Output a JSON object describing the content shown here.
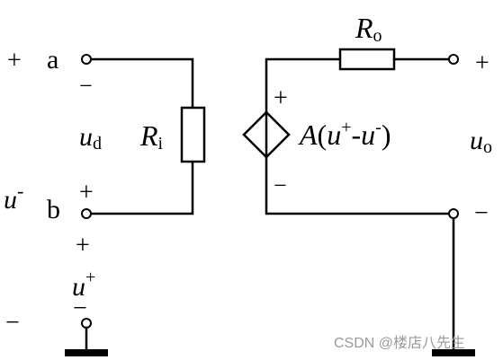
{
  "labels": {
    "plus_a": "+",
    "node_a": "a",
    "minus_a": "−",
    "u_d_var": "u",
    "u_d_sub": "d",
    "u_minus_var": "u",
    "u_minus_sup": "-",
    "node_b": "b",
    "plus_b": "+",
    "plus_u_plus": "+",
    "u_plus_var": "u",
    "u_plus_sup": "+",
    "minus_left": "−",
    "bar_u_plus": "−",
    "r_i_var": "R",
    "r_i_sub": "i",
    "r_o_var": "R",
    "r_o_sub": "o",
    "plus_source": "+",
    "minus_source": "−",
    "gain_a": "A",
    "gain_open": "(",
    "gain_u1": "u",
    "gain_sup1": "+",
    "gain_dash": "-",
    "gain_u2": "u",
    "gain_sup2": "-",
    "gain_close": ")",
    "plus_out": "+",
    "u_o_var": "u",
    "u_o_sub": "o",
    "minus_out": "−"
  },
  "watermark": "CSDN @楼店八先生"
}
